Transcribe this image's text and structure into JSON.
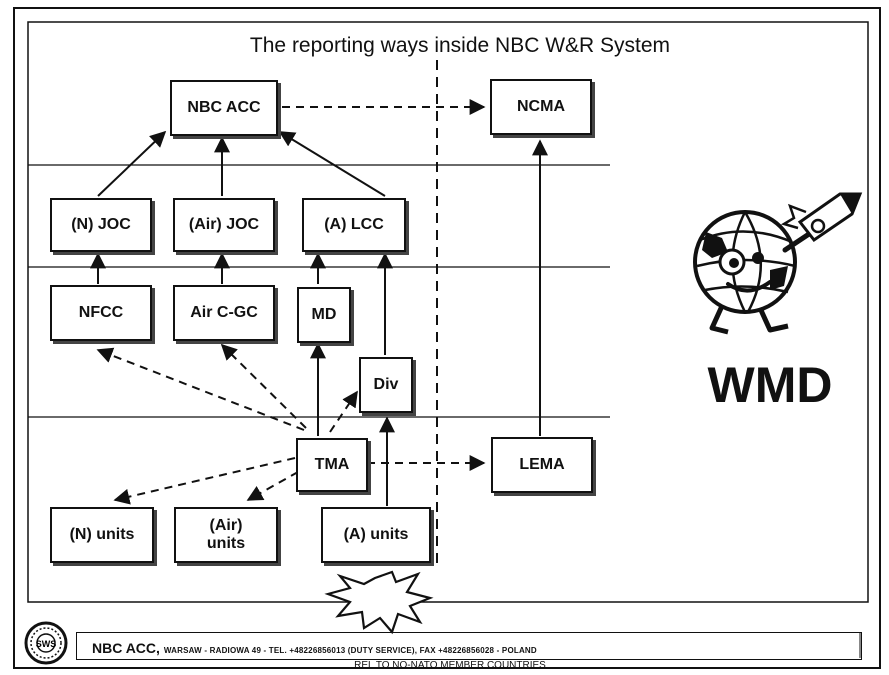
{
  "title": "The reporting ways inside NBC W&R System",
  "nodes": {
    "nbc_acc": "NBC ACC",
    "ncma": "NCMA",
    "n_joc": "(N) JOC",
    "air_joc": "(Air) JOC",
    "a_lcc": "(A) LCC",
    "nfcc": "NFCC",
    "air_cgc": "Air C-GC",
    "md": "MD",
    "div": "Div",
    "tma": "TMA",
    "lema": "LEMA",
    "n_units": "(N) units",
    "air_units": "(Air)\nunits",
    "a_units": "(A) units"
  },
  "mascot_caption": "WMD",
  "logo_letters": "SWS",
  "footer": {
    "org": "NBC ACC,",
    "address": "WARSAW - RADIOWA 49 - TEL. +48226856013 (DUTY SERVICE), FAX +48226856028 - POLAND",
    "note": "REL TO NO-NATO MEMBER COUNTRIES"
  }
}
